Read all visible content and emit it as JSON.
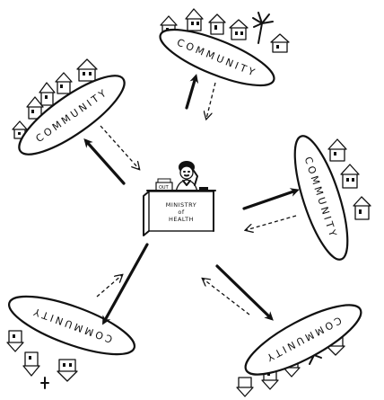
{
  "communities": {
    "top": {
      "label": "COMMUNITY"
    },
    "upper_left": {
      "label": "COMMUNITY"
    },
    "right": {
      "label": "COMMUNITY"
    },
    "lower_left": {
      "label": "COMMUNITY"
    },
    "lower_right": {
      "label": "COMMUNITY"
    }
  },
  "center": {
    "desk_line1": "MINISTRY",
    "desk_line2": "of",
    "desk_line3": "HEALTH",
    "tray_label": "OUT"
  }
}
